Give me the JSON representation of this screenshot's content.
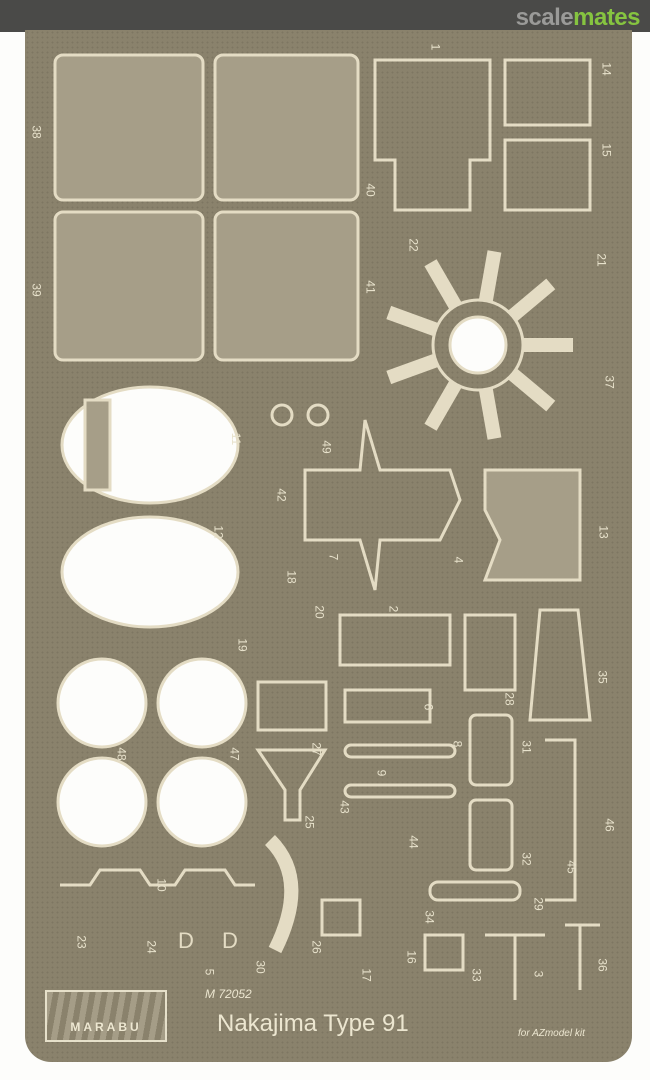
{
  "watermark": {
    "part1": "scale",
    "part2": "mates",
    "color_grey": "#9a9a98",
    "color_green": "#86c440"
  },
  "fret": {
    "color": "#8a826c",
    "product_code": "M 72052",
    "title": "Nakajima Type 91",
    "kit_note": "for AZmodel kit",
    "logo_text": "MARABU",
    "part_numbers": [
      "1",
      "14",
      "15",
      "38",
      "40",
      "39",
      "41",
      "22",
      "21",
      "37",
      "11",
      "49",
      "42",
      "12",
      "7",
      "13",
      "4",
      "18",
      "20",
      "2",
      "19",
      "28",
      "35",
      "48",
      "47",
      "6",
      "27",
      "8",
      "31",
      "46",
      "9",
      "25",
      "43",
      "44",
      "32",
      "45",
      "10",
      "29",
      "34",
      "26",
      "23",
      "24",
      "5",
      "30",
      "16",
      "33",
      "3",
      "36",
      "17"
    ]
  }
}
